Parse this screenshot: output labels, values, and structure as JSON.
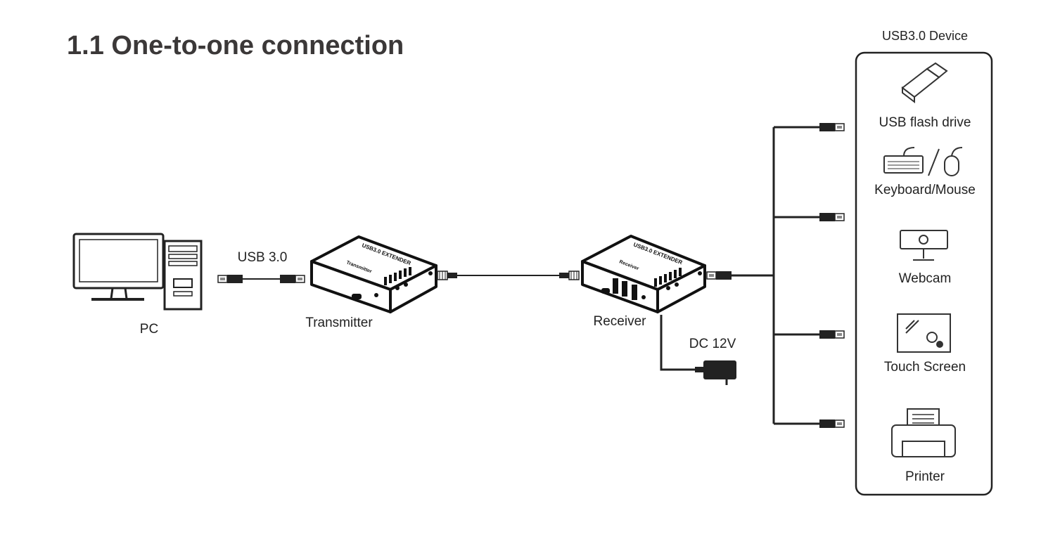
{
  "title": "1.1 One-to-one connection",
  "labels": {
    "pc": "PC",
    "usb_cable": "USB 3.0",
    "transmitter": "Transmitter",
    "receiver": "Receiver",
    "power": "DC 12V"
  },
  "device_box": {
    "title": "USB3.0 Device",
    "items": [
      {
        "label": "USB flash drive",
        "icon": "usb-flash-drive-icon"
      },
      {
        "label": "Keyboard/Mouse",
        "icon": "keyboard-mouse-icon"
      },
      {
        "label": "Webcam",
        "icon": "webcam-icon"
      },
      {
        "label": "Touch Screen",
        "icon": "touch-screen-icon"
      },
      {
        "label": "Printer",
        "icon": "printer-icon"
      }
    ]
  },
  "device_print": {
    "brand": "USB3.0 EXTENDER",
    "transmitter": "Transmitter",
    "receiver": "Receiver"
  }
}
